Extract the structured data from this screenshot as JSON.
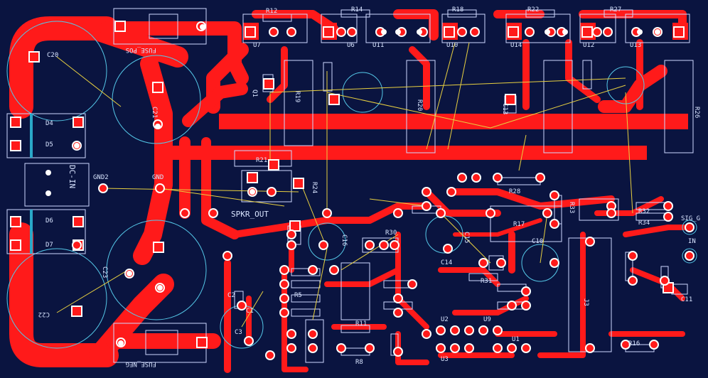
{
  "board": {
    "background": "#0a1440",
    "copper_color": "#ff1a1a",
    "silk_color": "#d8e4ff",
    "outline_color": "#55c8e8",
    "ratsnest_color": "#e8d040"
  },
  "labels": {
    "c20": "C20",
    "c21": "C21",
    "c22": "C22",
    "c23": "C23",
    "d4": "D4",
    "d5": "D5",
    "d6": "D6",
    "d7": "D7",
    "dc_in": "DC-IN",
    "gnd2": "GND2",
    "gnd": "GND",
    "fuse_pos": "FUSE_POS",
    "fuse_neg": "FUSE_NEG",
    "spkr_out": "SPKR_OUT",
    "r12": "R12",
    "r14": "R14",
    "r18": "R18",
    "r22": "R22",
    "r27": "R27",
    "u7": "U7",
    "u6": "U6",
    "u11": "U11",
    "u10": "U10",
    "u14": "U14",
    "u12": "U12",
    "u13": "U13",
    "q1": "Q1",
    "c13": "C13",
    "r19": "R19",
    "r20": "R20",
    "r26": "R26",
    "r21": "R21",
    "r24": "R24",
    "r28": "R28",
    "r17": "R17",
    "c16": "C16",
    "c15": "C15",
    "c14": "C14",
    "c10": "C10",
    "r30": "R30",
    "r31": "R31",
    "r11": "R11",
    "r5": "R5",
    "r8": "R8",
    "r16": "R16",
    "c1": "C1",
    "c2": "C2",
    "c3": "C3",
    "c11": "C11",
    "u2": "U2",
    "u3": "U3",
    "u9": "U9",
    "u1": "U1",
    "j3": "J3",
    "sig_g": "SIG_G",
    "in": "IN",
    "r32": "R32",
    "r34": "R34",
    "r33": "R33"
  }
}
